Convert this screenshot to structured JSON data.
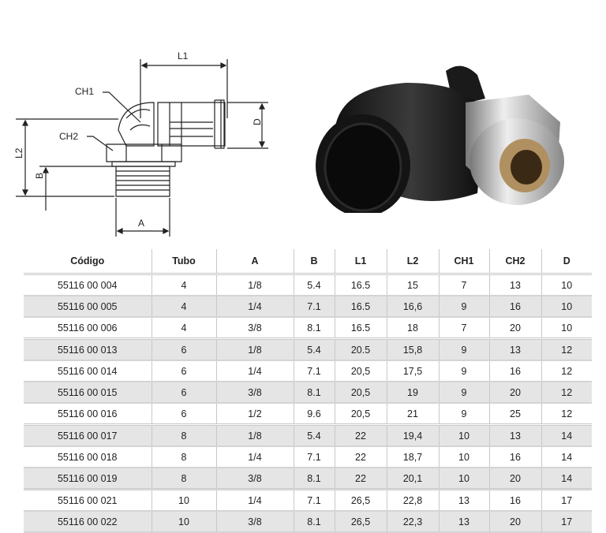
{
  "drawing": {
    "labels": {
      "l1": "L1",
      "ch1": "CH1",
      "ch2": "CH2",
      "l2": "L2",
      "b": "B",
      "d": "D",
      "a": "A"
    }
  },
  "table": {
    "headers": [
      "Código",
      "Tubo",
      "A",
      "B",
      "L1",
      "L2",
      "CH1",
      "CH2",
      "D"
    ],
    "rows": [
      [
        "55116 00 004",
        "4",
        "1/8",
        "5.4",
        "16.5",
        "15",
        "7",
        "13",
        "10"
      ],
      [
        "55116 00 005",
        "4",
        "1/4",
        "7.1",
        "16.5",
        "16,6",
        "9",
        "16",
        "10"
      ],
      [
        "55116 00 006",
        "4",
        "3/8",
        "8.1",
        "16.5",
        "18",
        "7",
        "20",
        "10"
      ],
      [
        "55116 00 013",
        "6",
        "1/8",
        "5.4",
        "20.5",
        "15,8",
        "9",
        "13",
        "12"
      ],
      [
        "55116 00 014",
        "6",
        "1/4",
        "7.1",
        "20,5",
        "17,5",
        "9",
        "16",
        "12"
      ],
      [
        "55116 00 015",
        "6",
        "3/8",
        "8.1",
        "20,5",
        "19",
        "9",
        "20",
        "12"
      ],
      [
        "55116 00 016",
        "6",
        "1/2",
        "9.6",
        "20,5",
        "21",
        "9",
        "25",
        "12"
      ],
      [
        "55116 00 017",
        "8",
        "1/8",
        "5.4",
        "22",
        "19,4",
        "10",
        "13",
        "14"
      ],
      [
        "55116 00 018",
        "8",
        "1/4",
        "7.1",
        "22",
        "18,7",
        "10",
        "16",
        "14"
      ],
      [
        "55116 00 019",
        "8",
        "3/8",
        "8.1",
        "22",
        "20,1",
        "10",
        "20",
        "14"
      ],
      [
        "55116 00 021",
        "10",
        "1/4",
        "7.1",
        "26,5",
        "22,8",
        "13",
        "16",
        "17"
      ],
      [
        "55116 00 022",
        "10",
        "3/8",
        "8.1",
        "26,5",
        "22,3",
        "13",
        "20",
        "17"
      ]
    ]
  }
}
